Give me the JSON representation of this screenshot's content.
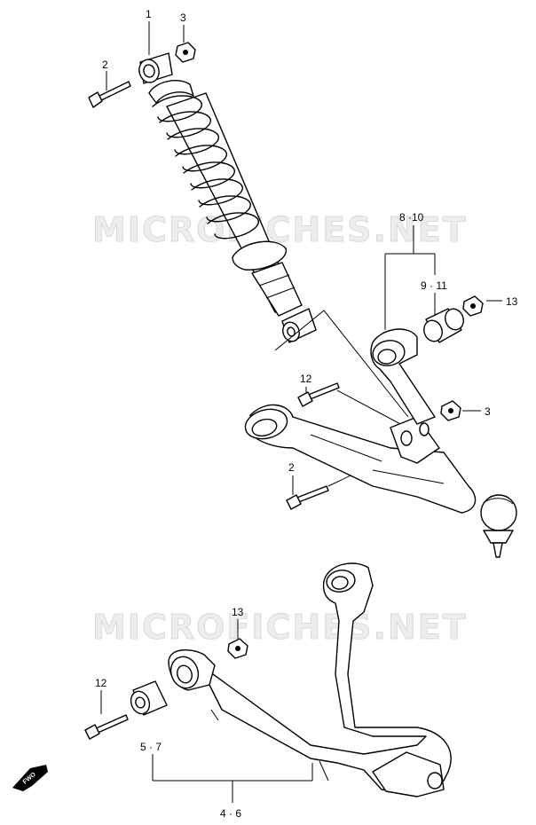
{
  "watermark": "MICROFICHES.NET",
  "forward_marker": "FWO",
  "callouts": {
    "c1": "1",
    "c2a": "2",
    "c3a": "3",
    "c8_10": "8 ·10",
    "c9_11": "9 · 11",
    "c13a": "13",
    "c12a": "12",
    "c3b": "3",
    "c2b": "2",
    "c13b": "13",
    "c12b": "12",
    "c5_7": "5 · 7",
    "c4_6": "4 · 6"
  },
  "icons": {
    "shock": "coil-over-shock-absorber-icon",
    "bolt": "bolt-icon",
    "nut": "nut-icon",
    "bushing": "bushing-icon",
    "upper_arm": "upper-control-arm-icon",
    "lower_arm": "lower-control-arm-icon",
    "ball_joint": "ball-joint-icon",
    "forward_arrow": "forward-arrow-icon"
  }
}
